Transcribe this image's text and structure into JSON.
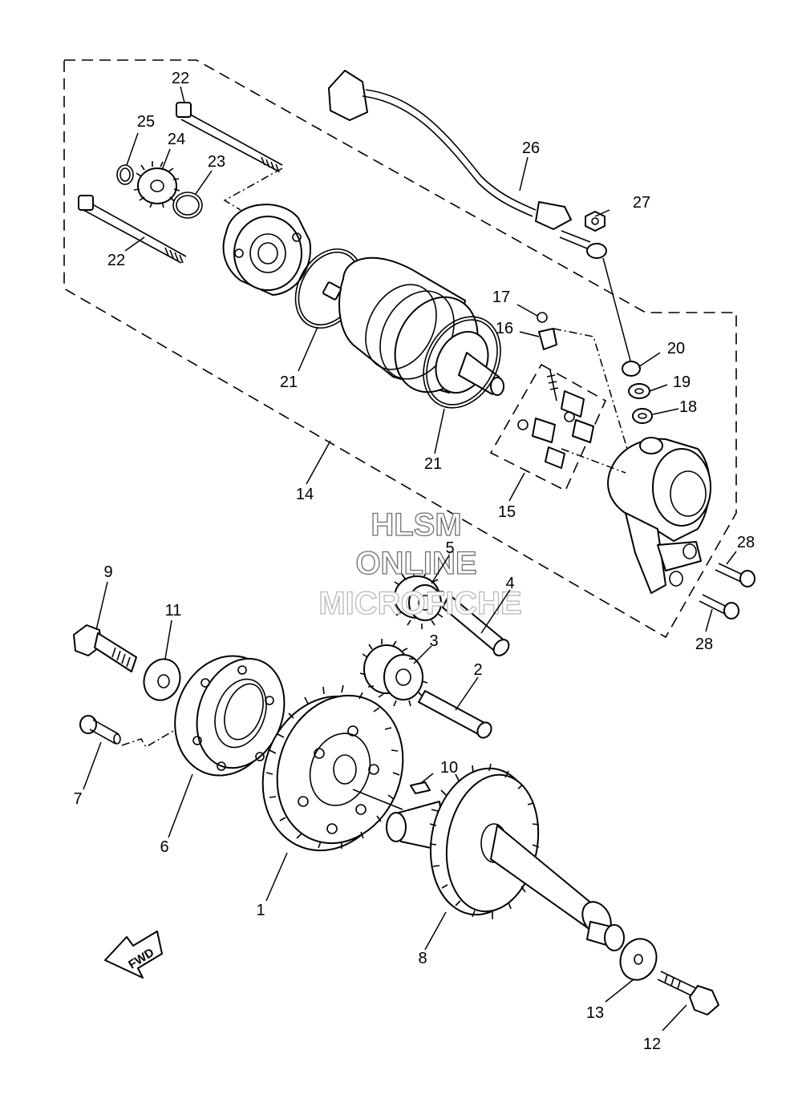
{
  "watermark": {
    "line1": "HLSM",
    "line2": "ONLINE",
    "line3": "MICROFICHE"
  },
  "direction_badge": "FWD",
  "callouts": {
    "c1": "1",
    "c2": "2",
    "c3": "3",
    "c4": "4",
    "c5": "5",
    "c6": "6",
    "c7": "7",
    "c8": "8",
    "c9": "9",
    "c10": "10",
    "c11": "11",
    "c12": "12",
    "c13": "13",
    "c14": "14",
    "c15": "15",
    "c16": "16",
    "c17": "17",
    "c18": "18",
    "c19": "19",
    "c20": "20",
    "c21a": "21",
    "c21b": "21",
    "c22a": "22",
    "c22b": "22",
    "c23": "23",
    "c24": "24",
    "c25": "25",
    "c26": "26",
    "c27": "27",
    "c28a": "28",
    "c28b": "28"
  }
}
